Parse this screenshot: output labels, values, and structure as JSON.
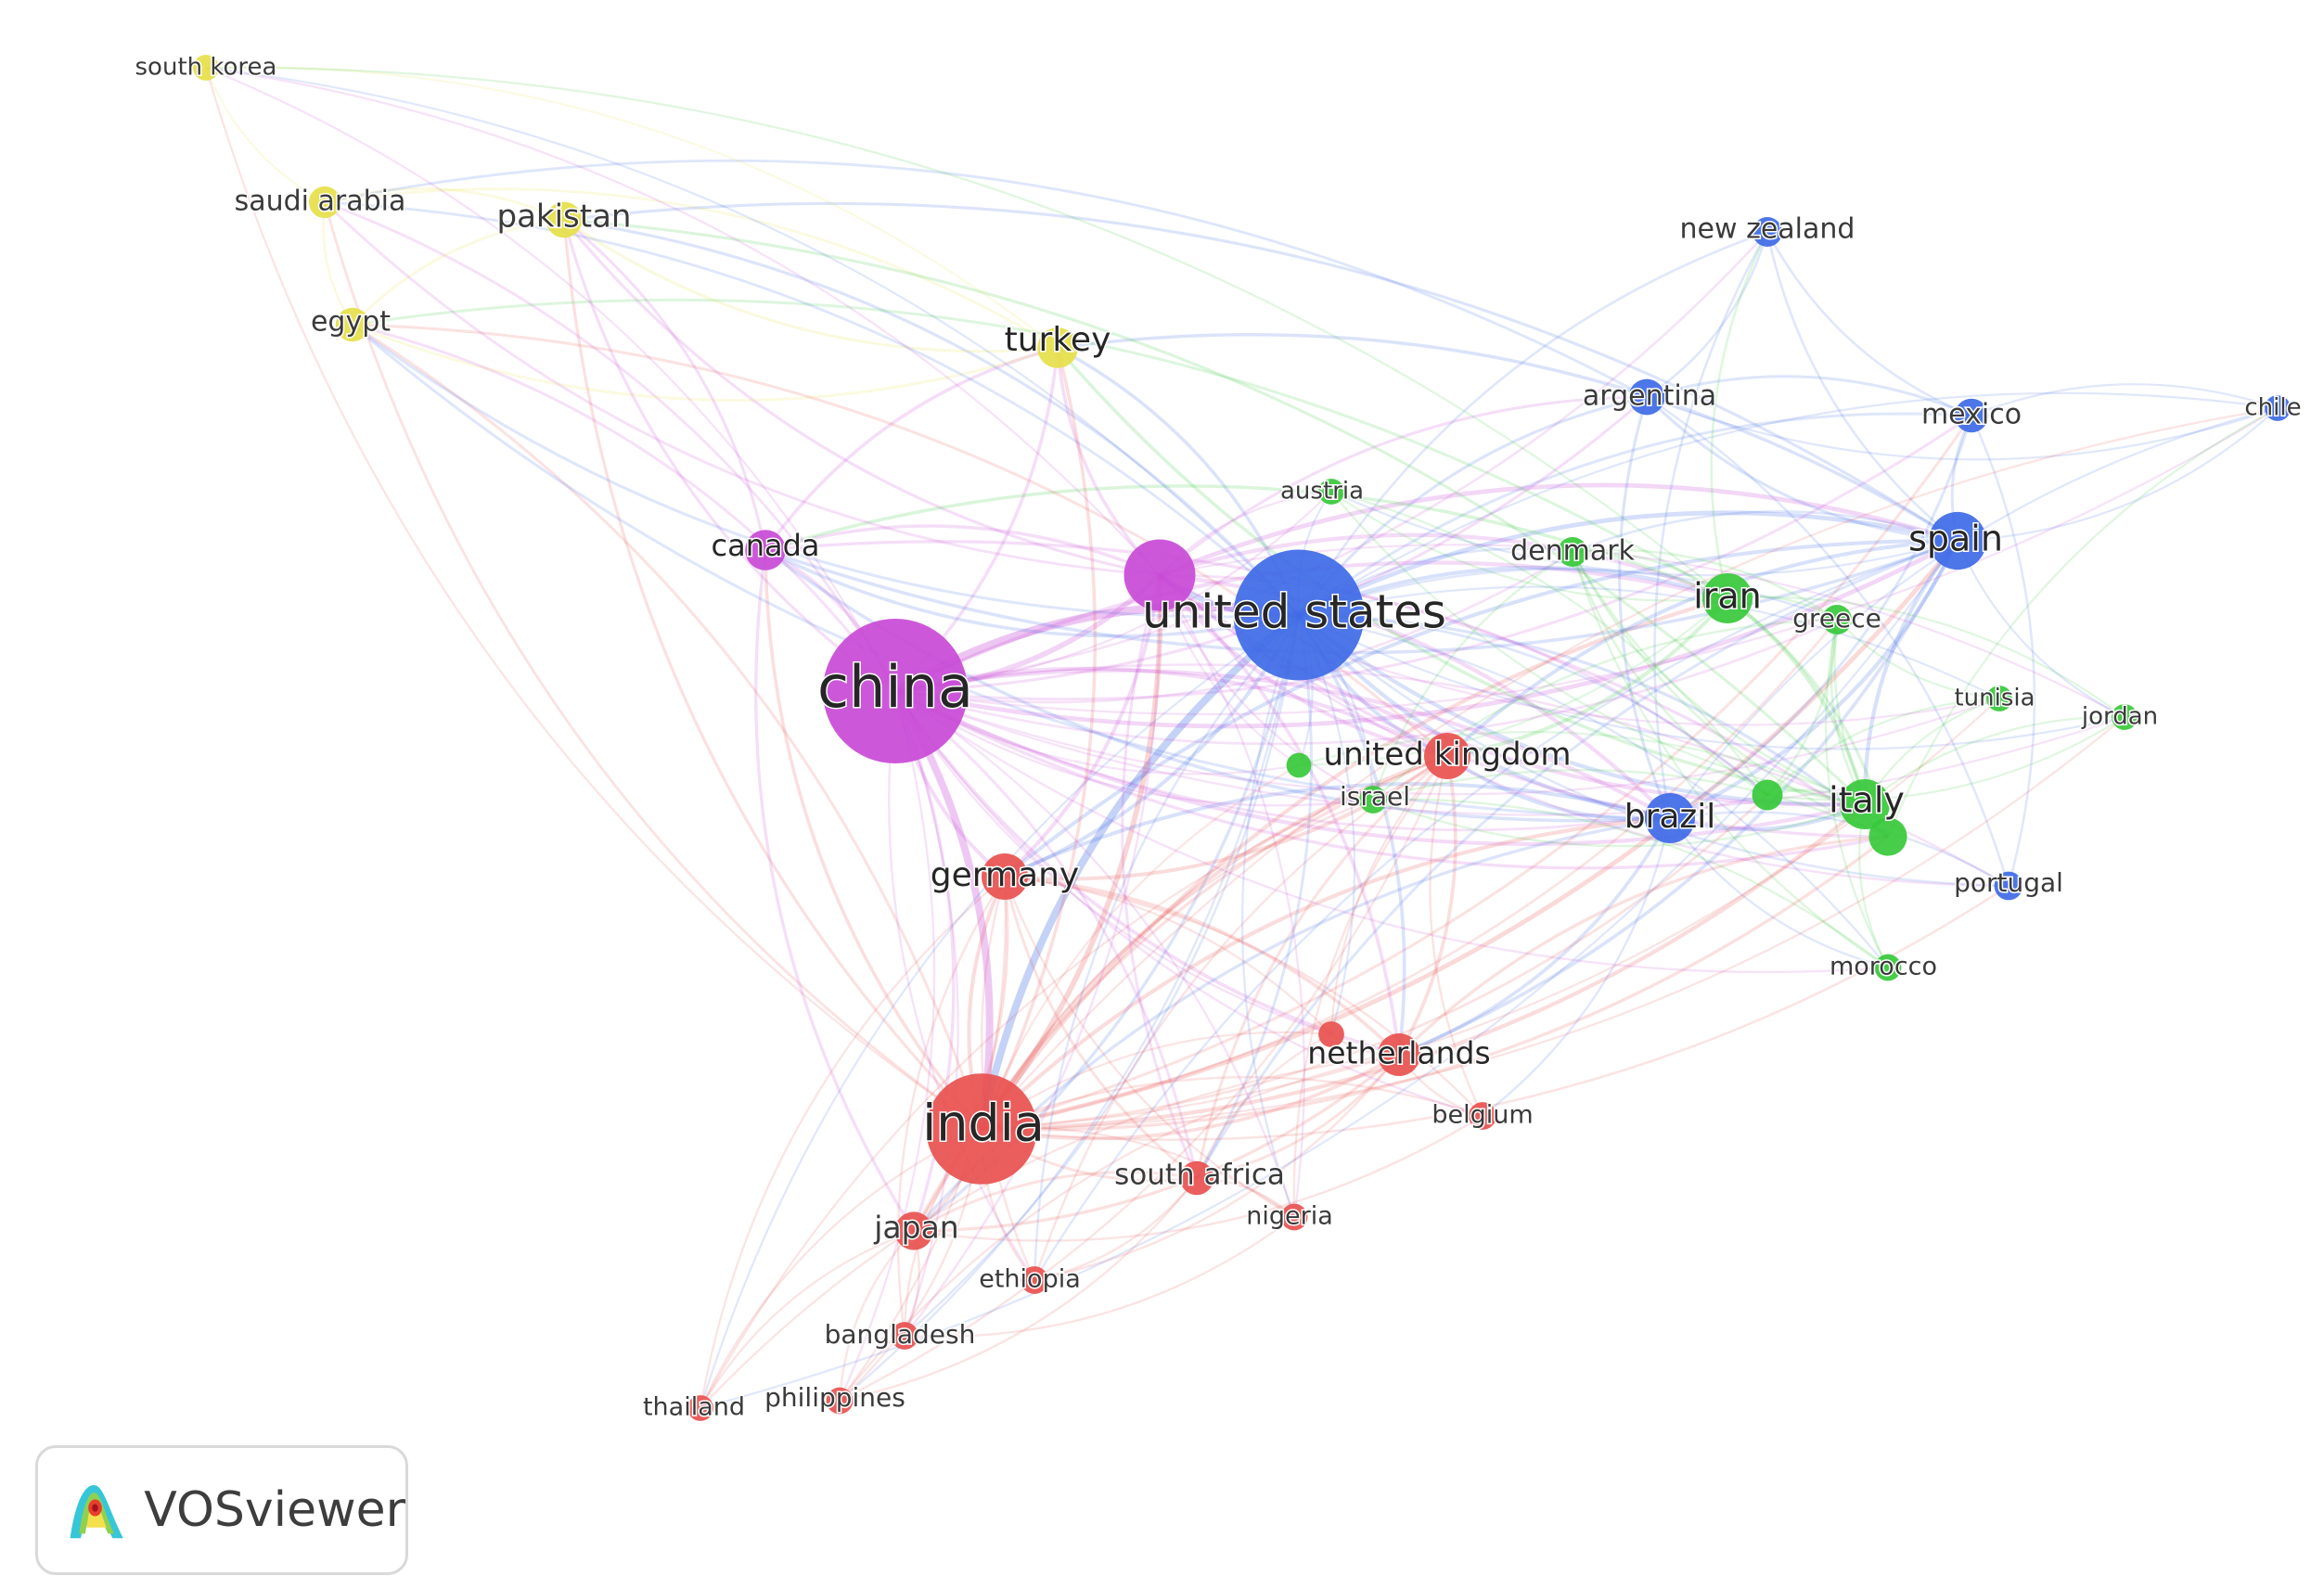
{
  "app": {
    "name": "VOSviewer",
    "logo_icon": "vosviewer-logo-icon"
  },
  "cluster_colors": {
    "red": "#e8514f",
    "green": "#37c93a",
    "blue": "#3e6ae6",
    "yellow": "#e6e04a",
    "purple": "#c84ad6"
  },
  "nodes": [
    {
      "id": "china",
      "label": "china",
      "cluster": "purple",
      "weight": 10
    },
    {
      "id": "united-states",
      "label": "united states",
      "cluster": "blue",
      "weight": 9.2
    },
    {
      "id": "india",
      "label": "india",
      "cluster": "red",
      "weight": 8
    },
    {
      "id": "purple-hub",
      "label": "",
      "cluster": "purple",
      "weight": 5.4
    },
    {
      "id": "spain",
      "label": "spain",
      "cluster": "blue",
      "weight": 4.4
    },
    {
      "id": "brazil",
      "label": "brazil",
      "cluster": "blue",
      "weight": 3.8
    },
    {
      "id": "iran",
      "label": "iran",
      "cluster": "green",
      "weight": 3.8
    },
    {
      "id": "italy",
      "label": "italy",
      "cluster": "green",
      "weight": 3.8
    },
    {
      "id": "germany",
      "label": "germany",
      "cluster": "red",
      "weight": 3.5
    },
    {
      "id": "united-kingdom",
      "label": "united kingdom",
      "cluster": "red",
      "weight": 3.5
    },
    {
      "id": "netherlands",
      "label": "netherlands",
      "cluster": "red",
      "weight": 3.2
    },
    {
      "id": "canada",
      "label": "canada",
      "cluster": "purple",
      "weight": 3
    },
    {
      "id": "turkey",
      "label": "turkey",
      "cluster": "yellow",
      "weight": 3
    },
    {
      "id": "japan",
      "label": "japan",
      "cluster": "red",
      "weight": 2.8
    },
    {
      "id": "pakistan",
      "label": "pakistan",
      "cluster": "yellow",
      "weight": 2.6
    },
    {
      "id": "argentina",
      "label": "argentina",
      "cluster": "blue",
      "weight": 2.6
    },
    {
      "id": "south-africa",
      "label": "south africa",
      "cluster": "red",
      "weight": 2.4
    },
    {
      "id": "mexico",
      "label": "mexico",
      "cluster": "blue",
      "weight": 2.4
    },
    {
      "id": "egypt",
      "label": "egypt",
      "cluster": "yellow",
      "weight": 2.4
    },
    {
      "id": "saudi-arabia",
      "label": "saudi arabia",
      "cluster": "yellow",
      "weight": 2.2
    },
    {
      "id": "green-hub",
      "label": "",
      "cluster": "green",
      "weight": 2.8
    },
    {
      "id": "denmark",
      "label": "denmark",
      "cluster": "green",
      "weight": 2
    },
    {
      "id": "new-zealand",
      "label": "new zealand",
      "cluster": "blue",
      "weight": 2
    },
    {
      "id": "greece",
      "label": "greece",
      "cluster": "green",
      "weight": 2
    },
    {
      "id": "portugal",
      "label": "portugal",
      "cluster": "blue",
      "weight": 1.9
    },
    {
      "id": "green-small",
      "label": "",
      "cluster": "green",
      "weight": 2.1
    },
    {
      "id": "belgium",
      "label": "belgium",
      "cluster": "red",
      "weight": 1.8
    },
    {
      "id": "bangladesh",
      "label": "bangladesh",
      "cluster": "red",
      "weight": 1.8
    },
    {
      "id": "ethiopia",
      "label": "ethiopia",
      "cluster": "red",
      "weight": 1.8
    },
    {
      "id": "nigeria",
      "label": "nigeria",
      "cluster": "red",
      "weight": 1.7
    },
    {
      "id": "philippines",
      "label": "philippines",
      "cluster": "red",
      "weight": 1.7
    },
    {
      "id": "israel",
      "label": "israel",
      "cluster": "green",
      "weight": 1.8
    },
    {
      "id": "morocco",
      "label": "morocco",
      "cluster": "green",
      "weight": 1.7
    },
    {
      "id": "thailand",
      "label": "thailand",
      "cluster": "red",
      "weight": 1.6
    },
    {
      "id": "austria",
      "label": "austria",
      "cluster": "green",
      "weight": 1.6
    },
    {
      "id": "tunisia",
      "label": "tunisia",
      "cluster": "green",
      "weight": 1.6
    },
    {
      "id": "jordan",
      "label": "jordan",
      "cluster": "green",
      "weight": 1.6
    },
    {
      "id": "chile",
      "label": "chile",
      "cluster": "blue",
      "weight": 1.6
    },
    {
      "id": "south-korea",
      "label": "south korea",
      "cluster": "yellow",
      "weight": 1.6
    },
    {
      "id": "red-small",
      "label": "",
      "cluster": "red",
      "weight": 1.6
    },
    {
      "id": "green-tiny",
      "label": "",
      "cluster": "green",
      "weight": 1.5
    }
  ]
}
